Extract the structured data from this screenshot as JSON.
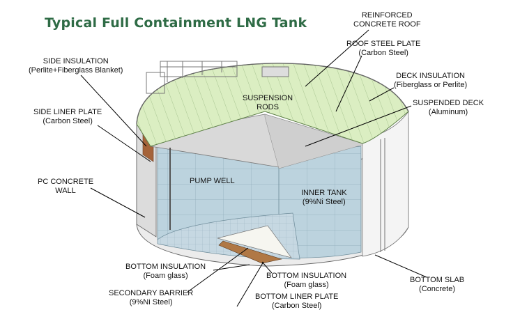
{
  "title": "Typical Full Containment LNG Tank",
  "labels": {
    "reinforced_concrete_roof": [
      "REINFORCED",
      "CONCRETE ROOF"
    ],
    "roof_steel_plate": [
      "ROOF STEEL PLATE",
      "(Carbon Steel)"
    ],
    "deck_insulation": [
      "DECK INSULATION",
      "(Fiberglass or  Perlite)"
    ],
    "suspended_deck": [
      "SUSPENDED DECK",
      "(Aluminum)"
    ],
    "side_insulation": [
      "SIDE INSULATION",
      "(Perlite+Fiberglass Blanket)"
    ],
    "side_liner_plate": [
      "SIDE  LINER PLATE",
      "(Carbon Steel)"
    ],
    "pc_concrete_wall": [
      "PC CONCRETE",
      "WALL"
    ],
    "suspension_rods": [
      "SUSPENSION",
      "RODS"
    ],
    "pump_well": [
      "PUMP WELL"
    ],
    "inner_tank": [
      "INNER TANK",
      "(9%Ni Steel)"
    ],
    "bottom_insulation_left": [
      "BOTTOM INSULATION",
      "(Foam glass)"
    ],
    "bottom_insulation_center": [
      "BOTTOM INSULATION",
      "(Foam glass)"
    ],
    "secondary_barrier": [
      "SECONDARY BARRIER",
      "(9%Ni Steel)"
    ],
    "bottom_liner_plate": [
      "BOTTOM LINER PLATE",
      "(Carbon Steel)"
    ],
    "bottom_slab": [
      "BOTTOM SLAB",
      "(Concrete)"
    ]
  },
  "colors": {
    "title": "#2e6b45",
    "roof": "#dbeec2",
    "inner_tank": "#bcd3de",
    "concrete": "#e9e9e9",
    "insulation": "#a5633a"
  }
}
